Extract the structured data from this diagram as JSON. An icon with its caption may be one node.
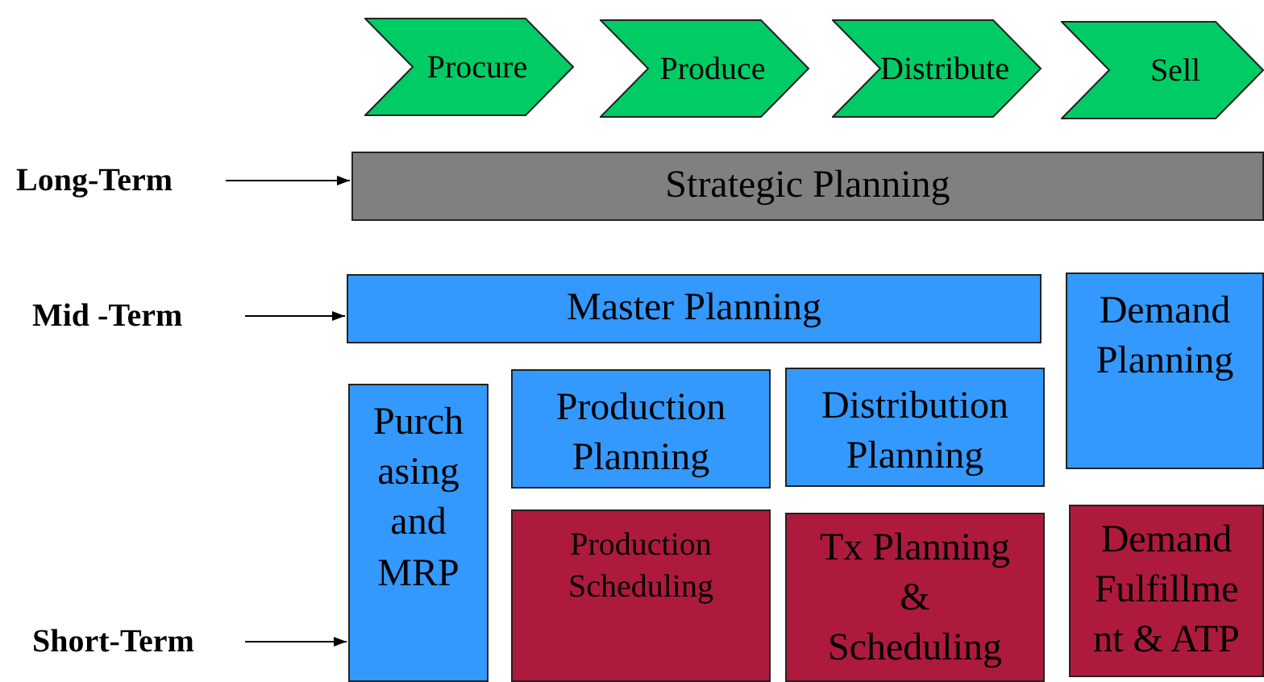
{
  "diagram": {
    "nodes": [
      {
        "text": [
          "Procure"
        ]
      },
      {
        "text": [
          "Produce"
        ]
      },
      {
        "text": [
          "Distribute"
        ]
      },
      {
        "text": [
          "Sell"
        ]
      },
      {
        "text": [
          "Long-Term"
        ]
      },
      {
        "text": [
          "Strategic Planning"
        ]
      },
      {
        "text": [
          "Mid -Term"
        ]
      },
      {
        "text": [
          "Master Planning"
        ]
      },
      {
        "text": [
          "Demand Planning"
        ]
      },
      {
        "text": [
          "Short-Term"
        ]
      },
      {
        "text": [
          "Purch asing and MRP"
        ]
      },
      {
        "text": [
          "Production Planning"
        ]
      },
      {
        "text": [
          "Distribution Planning"
        ]
      },
      {
        "text": [
          "Production Scheduling"
        ]
      },
      {
        "text": [
          "Tx Planning & Scheduling"
        ]
      },
      {
        "text": [
          "Demand Fulfillme nt & ATP"
        ]
      }
    ],
    "edges": [
      {
        "from": 4,
        "to": 5,
        "arrow": "to"
      },
      {
        "from": 6,
        "to": 7,
        "arrow": "to"
      },
      {
        "from": 9,
        "to": 10,
        "arrow": "to"
      }
    ]
  }
}
